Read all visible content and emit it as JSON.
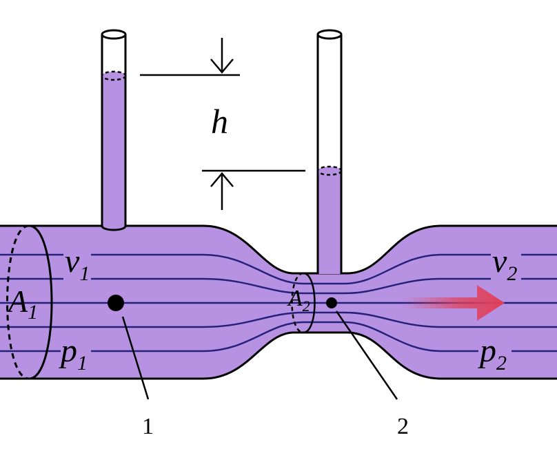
{
  "labels": {
    "h": "h",
    "A1": "A",
    "A1_sub": "1",
    "A2": "A",
    "A2_sub": "2",
    "v1": "v",
    "v1_sub": "1",
    "v2": "v",
    "v2_sub": "2",
    "p1": "p",
    "p1_sub": "1",
    "p2": "p",
    "p2_sub": "2",
    "point1": "1",
    "point2": "2"
  },
  "colors": {
    "fluid": "#b792e3",
    "streamline": "#25207a",
    "outline": "#000000",
    "flow_arrow": "#e0405a"
  },
  "icons": {
    "flow_direction": "flow-arrow-icon",
    "level_markers": "down-arrow-icon"
  }
}
